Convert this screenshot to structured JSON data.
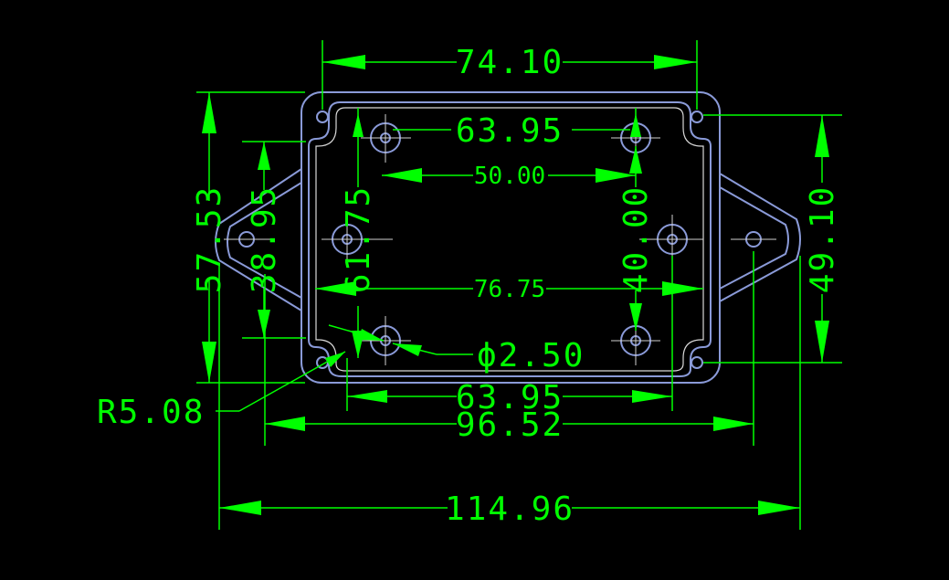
{
  "drawing": {
    "background": "#000000",
    "dimension_color": "#00ff00",
    "outline_color": "#8a9ad8",
    "dimensions": {
      "top_width": "74.10",
      "inner_hole_spacing_top": "63.95",
      "inner_width": "50.00",
      "inner_span": "76.75",
      "hole_diameter": "ϕ2.50",
      "radius": "R5.08",
      "bottom_hole_spacing": "63.95",
      "flange_width": "96.52",
      "overall_width": "114.96",
      "left_height": "57.53",
      "left_inner_height": "38.95",
      "center_height": "61.75",
      "right_inner_height": "40.00",
      "right_height": "49.10"
    }
  }
}
